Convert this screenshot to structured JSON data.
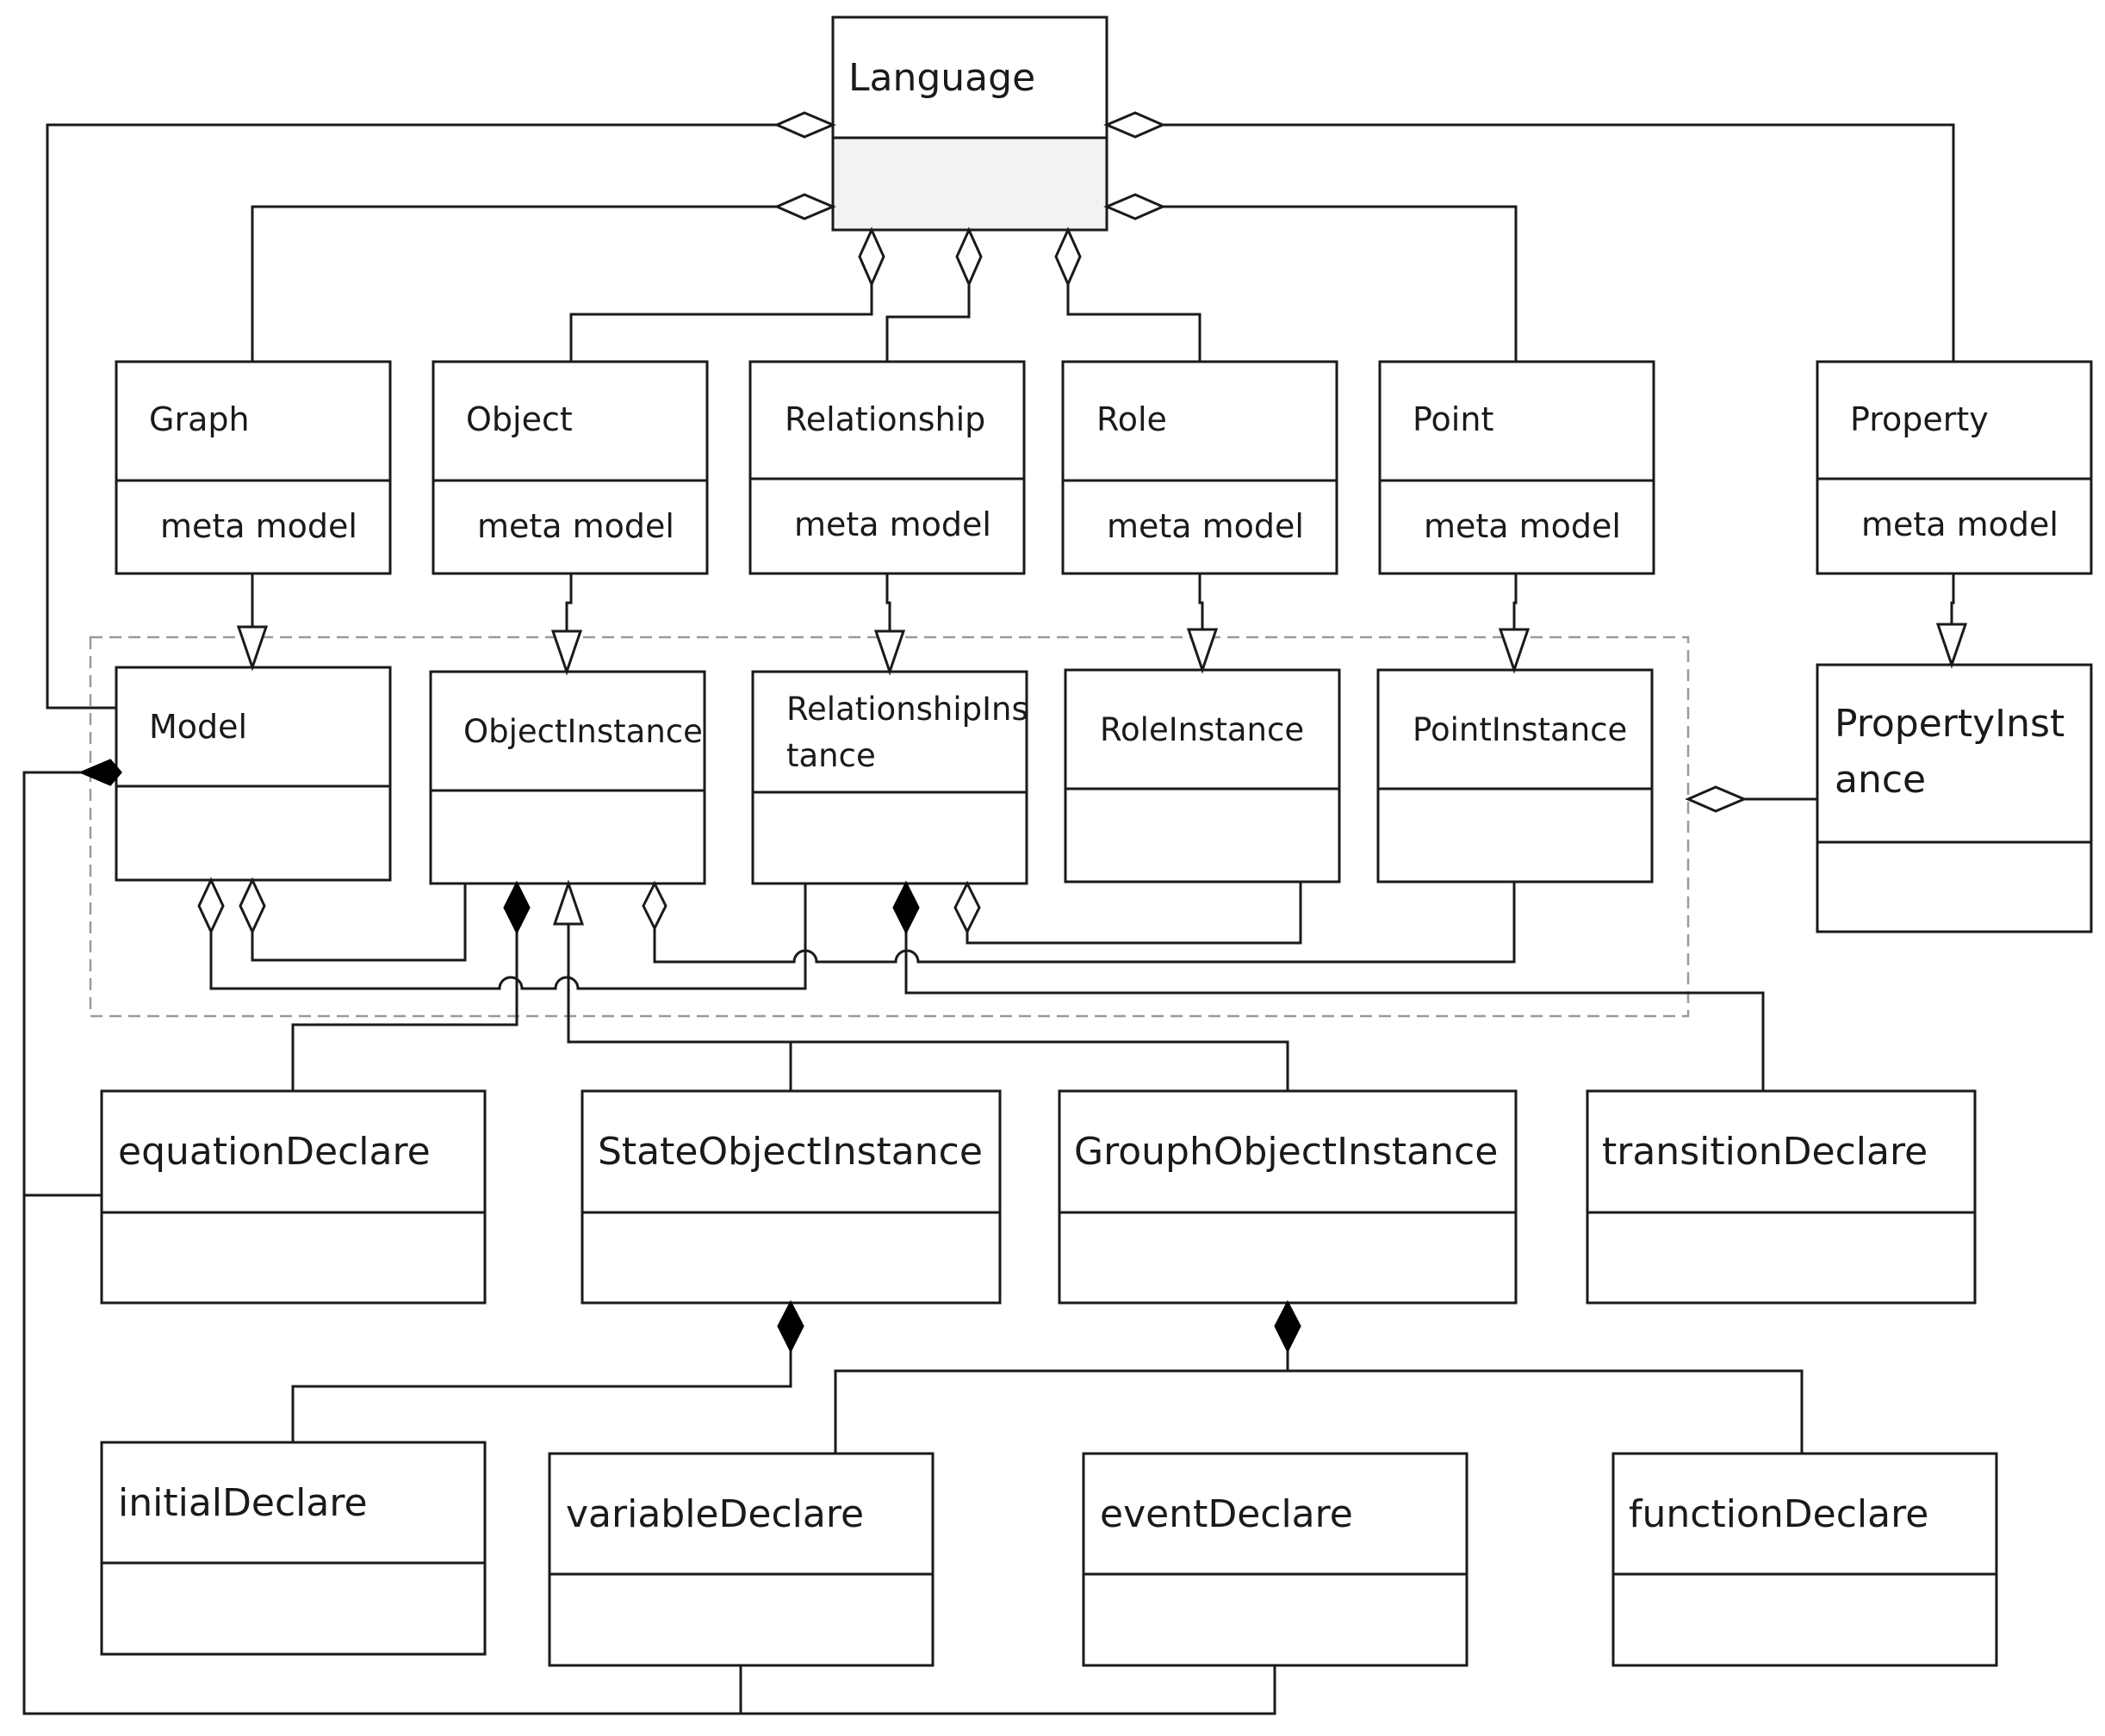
{
  "classes": {
    "language": {
      "name": "Language"
    },
    "graph": {
      "name": "Graph",
      "attr": "meta model"
    },
    "object": {
      "name": "Object",
      "attr": "meta model"
    },
    "relationship": {
      "name": "Relationship",
      "attr": "meta model"
    },
    "role": {
      "name": "Role",
      "attr": "meta model"
    },
    "point": {
      "name": "Point",
      "attr": "meta model"
    },
    "property": {
      "name": "Property",
      "attr": "meta model"
    },
    "model": {
      "name": "Model"
    },
    "object_instance": {
      "name": "ObjectInstance"
    },
    "relationship_instance": {
      "name_line1": "RelationshipIns",
      "name_line2": "tance"
    },
    "role_instance": {
      "name": "RoleInstance"
    },
    "point_instance": {
      "name": "PointInstance"
    },
    "property_instance": {
      "name_line1": "PropertyInst",
      "name_line2": "ance"
    },
    "equation_declare": {
      "name": "equationDeclare"
    },
    "state_object_instance": {
      "name": "StateObjectInstance"
    },
    "grouph_object_instance": {
      "name": "GrouphObjectInstance"
    },
    "transition_declare": {
      "name": "transitionDeclare"
    },
    "initial_declare": {
      "name": "initialDeclare"
    },
    "variable_declare": {
      "name": "variableDeclare"
    },
    "event_declare": {
      "name": "eventDeclare"
    },
    "function_declare": {
      "name": "functionDeclare"
    }
  },
  "colors": {
    "line": "#1a1a1a",
    "package_border": "#9a9a9a",
    "language_lower_fill": "#f2f2f2"
  }
}
